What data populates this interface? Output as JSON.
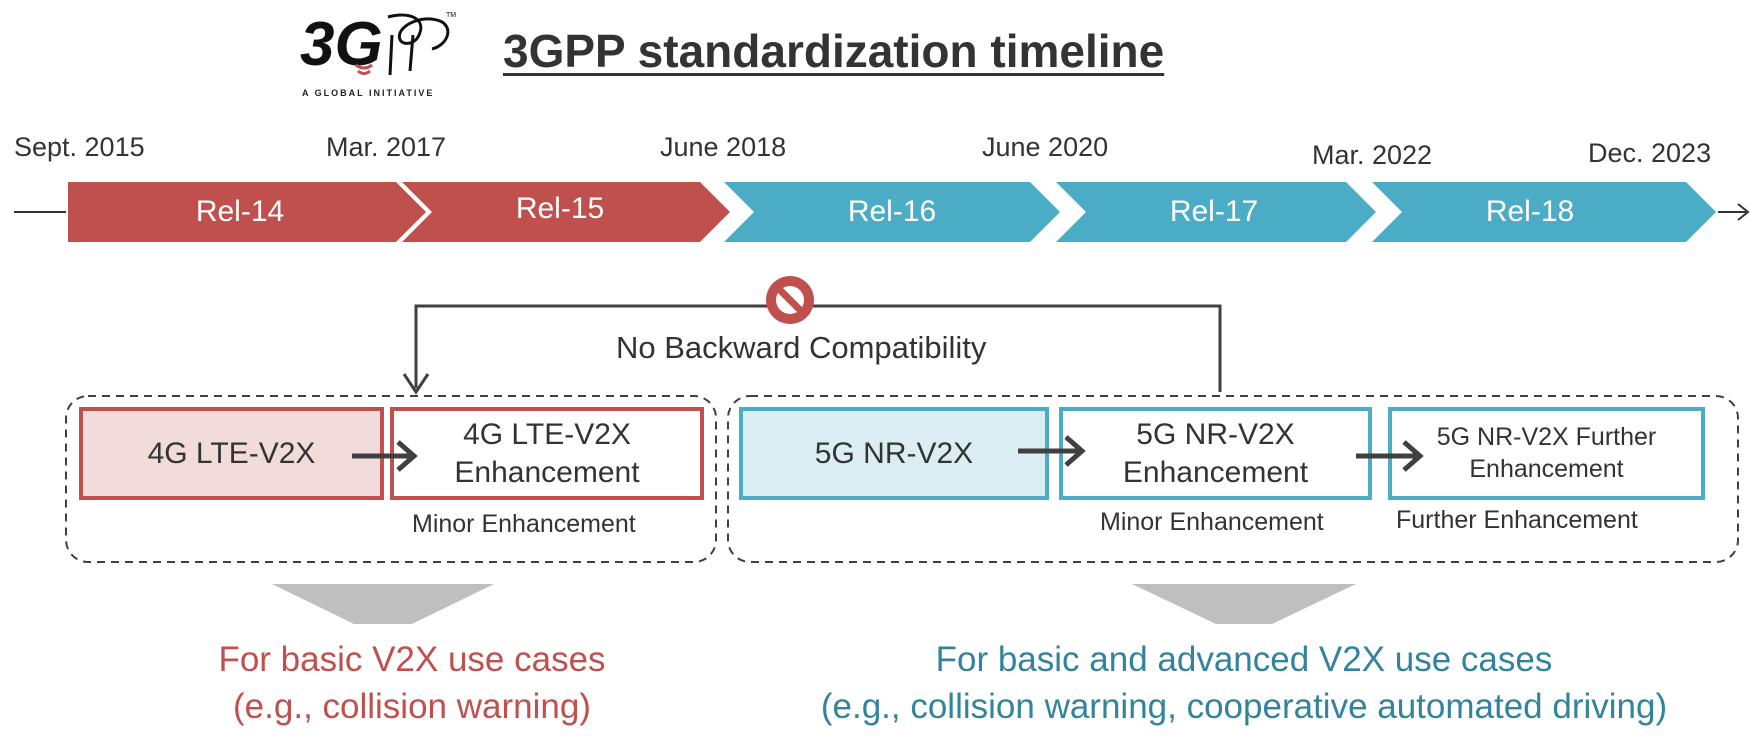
{
  "logo": {
    "mark": "3G",
    "subtitle": "A GLOBAL INITIATIVE"
  },
  "title": "3GPP standardization timeline",
  "dates": [
    "Sept. 2015",
    "Mar. 2017",
    "June 2018",
    "June 2020",
    "Mar. 2022",
    "Dec. 2023"
  ],
  "releases": [
    "Rel-14",
    "Rel-15",
    "Rel-16",
    "Rel-17",
    "Rel-18"
  ],
  "backward_note": "No Backward Compatibility",
  "lte": {
    "box1": "4G LTE-V2X",
    "box2_line1": "4G LTE-V2X",
    "box2_line2": "Enhancement",
    "note": "Minor Enhancement"
  },
  "nr": {
    "box1": "5G NR-V2X",
    "box2_line1": "5G NR-V2X",
    "box2_line2": "Enhancement",
    "box3_line1": "5G NR-V2X Further",
    "box3_line2": "Enhancement",
    "note1": "Minor Enhancement",
    "note2": "Further Enhancement"
  },
  "outcomes": {
    "lte_line1": "For basic V2X use cases",
    "lte_line2": "(e.g., collision warning)",
    "nr_line1": "For basic and advanced V2X use cases",
    "nr_line2": "(e.g., collision warning, cooperative automated driving)"
  },
  "colors": {
    "red": "#C0504D",
    "red_fill": "#F2DCDB",
    "teal": "#4BACC6",
    "teal_fill": "#DAEEF3",
    "teal_text": "#31849B",
    "gray": "#BFBFBF",
    "dark": "#404040",
    "no_sign": "#C0504D"
  },
  "icons": [
    "3gpp-logo",
    "no-entry-icon",
    "arrow-right-icon"
  ]
}
